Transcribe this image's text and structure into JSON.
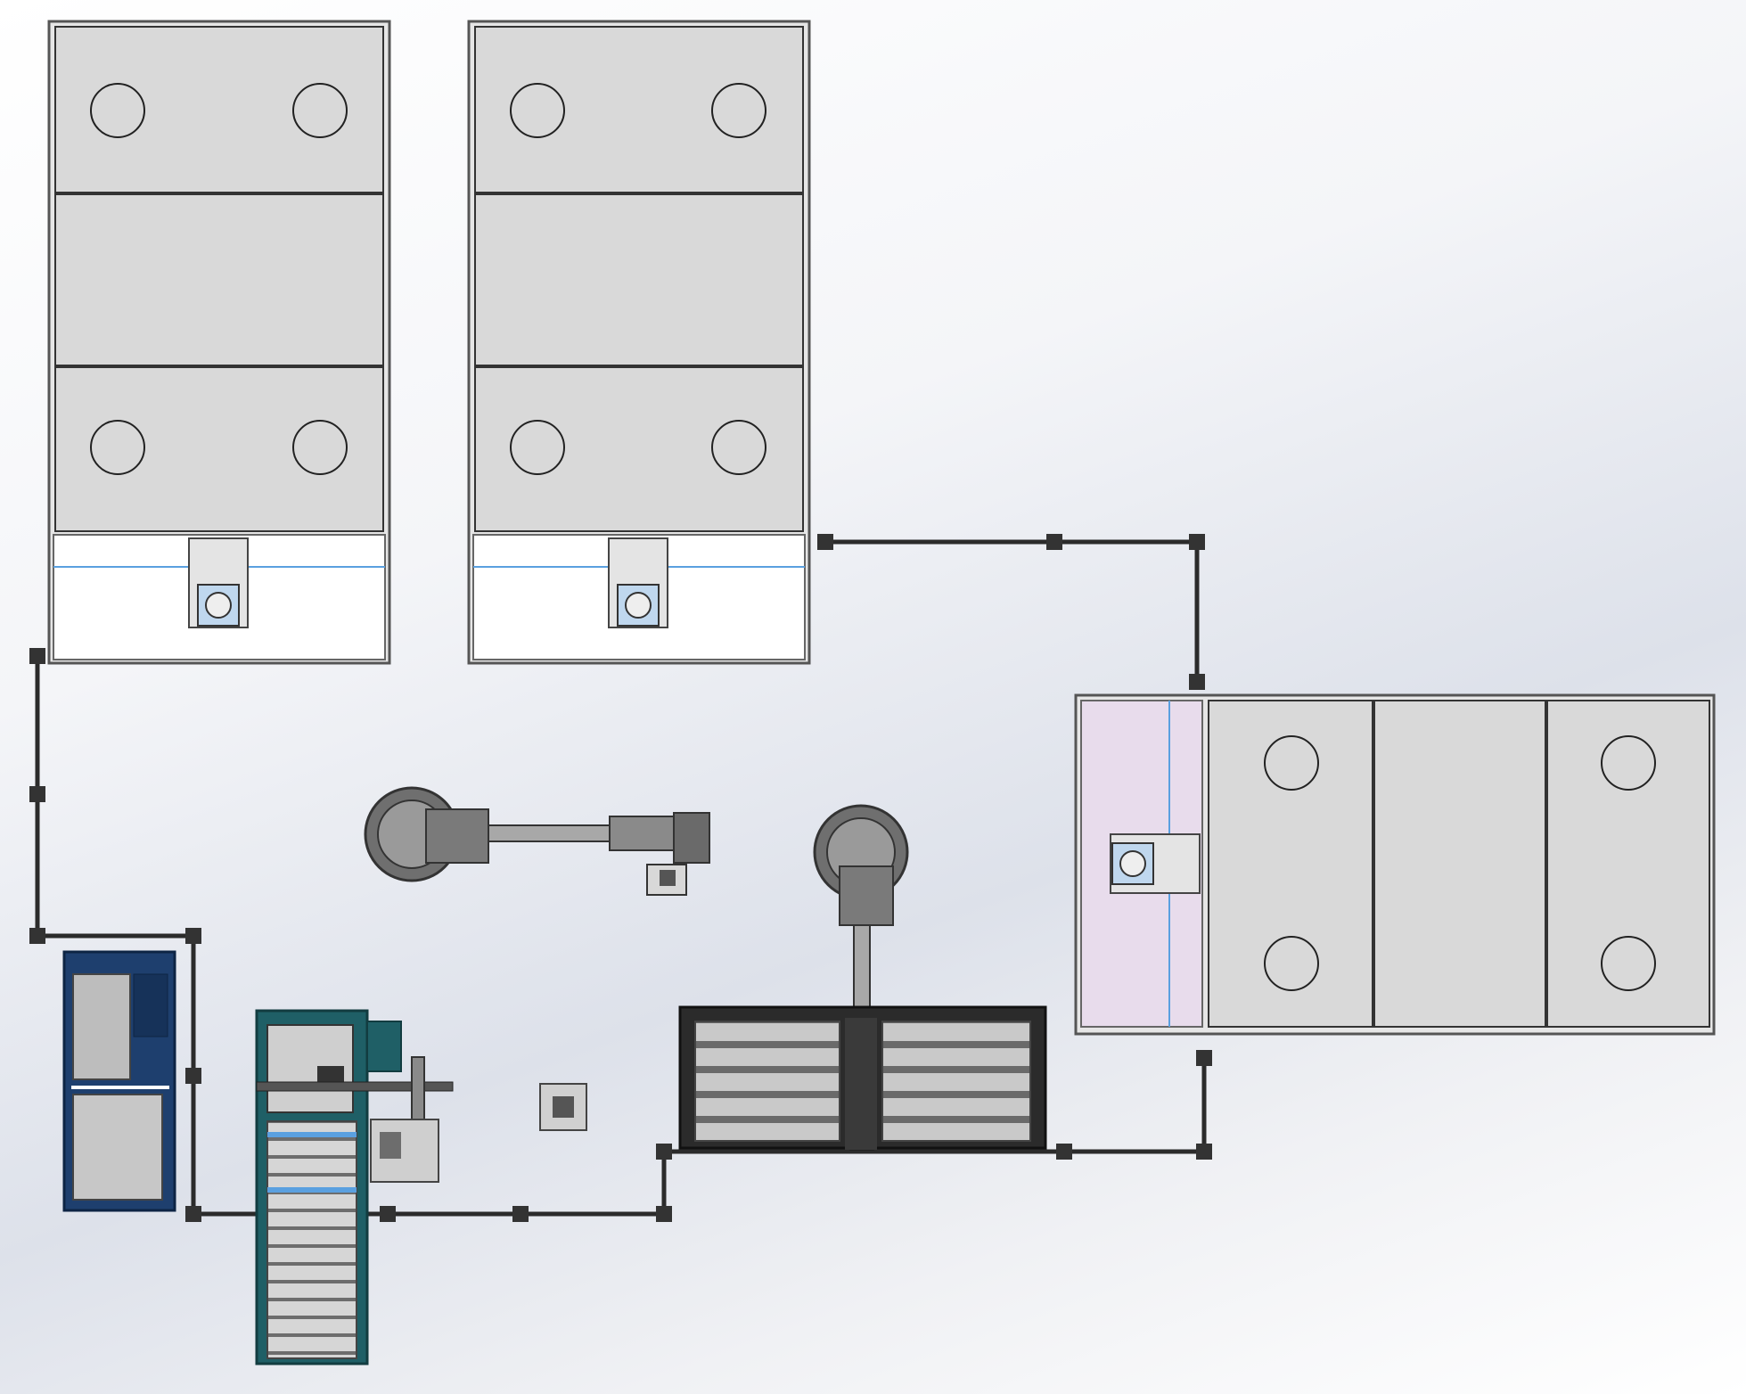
{
  "drawing": {
    "background_colors": [
      "#ffffff",
      "#dde1ea"
    ],
    "colors": {
      "panel_fill": "#d9d9d9",
      "frame_stroke": "#555555",
      "fence_dark": "#2b2b2b",
      "conveyor_teal": "#1f5f66",
      "cabinet_blue": "#1e3f6e",
      "accent_blue": "#5aa0e0",
      "pink_zone": "#e8dcec",
      "robot_gray": "#6f6f6f",
      "circle_stroke": "#222222"
    },
    "components": {
      "storage_racks": 3,
      "robots": 2,
      "conveyors": 1,
      "control_cabinets": 1,
      "rollers_tables": 1
    },
    "labels": []
  }
}
